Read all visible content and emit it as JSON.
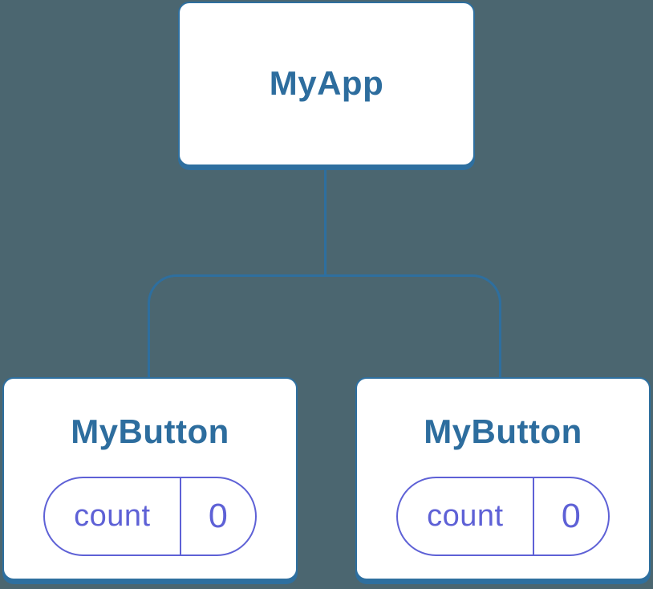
{
  "diagram": {
    "type": "react-component-tree",
    "colors": {
      "background": "#4b6670",
      "node_fill": "#ffffff",
      "tree_blue": "#2e6f9f",
      "label_blue": "#2d6d9e",
      "state_purple": "#5e61d6"
    }
  },
  "tree": {
    "root": {
      "label": "MyApp"
    },
    "children": [
      {
        "label": "MyButton",
        "state": {
          "key": "count",
          "value": "0"
        }
      },
      {
        "label": "MyButton",
        "state": {
          "key": "count",
          "value": "0"
        }
      }
    ]
  }
}
